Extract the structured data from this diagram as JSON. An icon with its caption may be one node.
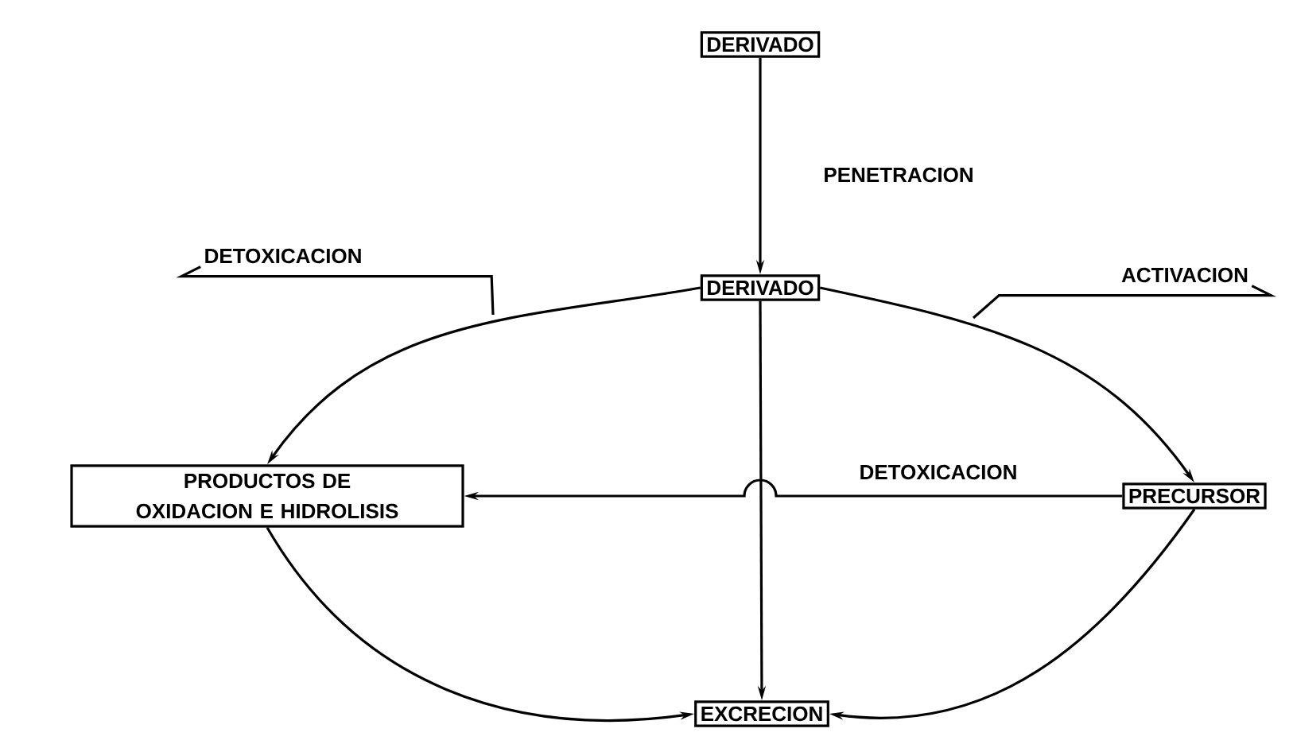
{
  "diagram": {
    "nodes": [
      {
        "text": [
          "DERIVADO"
        ]
      },
      {
        "text": [
          "DERIVADO"
        ]
      },
      {
        "text": [
          "PRODUCTOS DE OXIDACION E HIDROLISIS"
        ]
      },
      {
        "text": [
          "PRECURSOR"
        ]
      },
      {
        "text": [
          "EXCRECION"
        ]
      },
      {
        "text": [
          "DETOXICACION"
        ]
      },
      {
        "text": [
          "ACTIVACION"
        ]
      }
    ],
    "edges": [
      {
        "from": 0,
        "to": 1,
        "arrow": "to",
        "label": "PENETRACION"
      },
      {
        "from": 1,
        "to": 2,
        "arrow": "to"
      },
      {
        "from": 1,
        "to": 3,
        "arrow": "to"
      },
      {
        "from": 3,
        "to": 2,
        "arrow": "to",
        "label": "DETOXICACION"
      },
      {
        "from": 2,
        "to": 4,
        "arrow": "to"
      },
      {
        "from": 3,
        "to": 4,
        "arrow": "to"
      },
      {
        "from": 1,
        "to": 4,
        "arrow": "to"
      },
      {
        "from": 5,
        "to": null,
        "arrow": "none"
      },
      {
        "from": 6,
        "to": null,
        "arrow": "none"
      }
    ]
  }
}
